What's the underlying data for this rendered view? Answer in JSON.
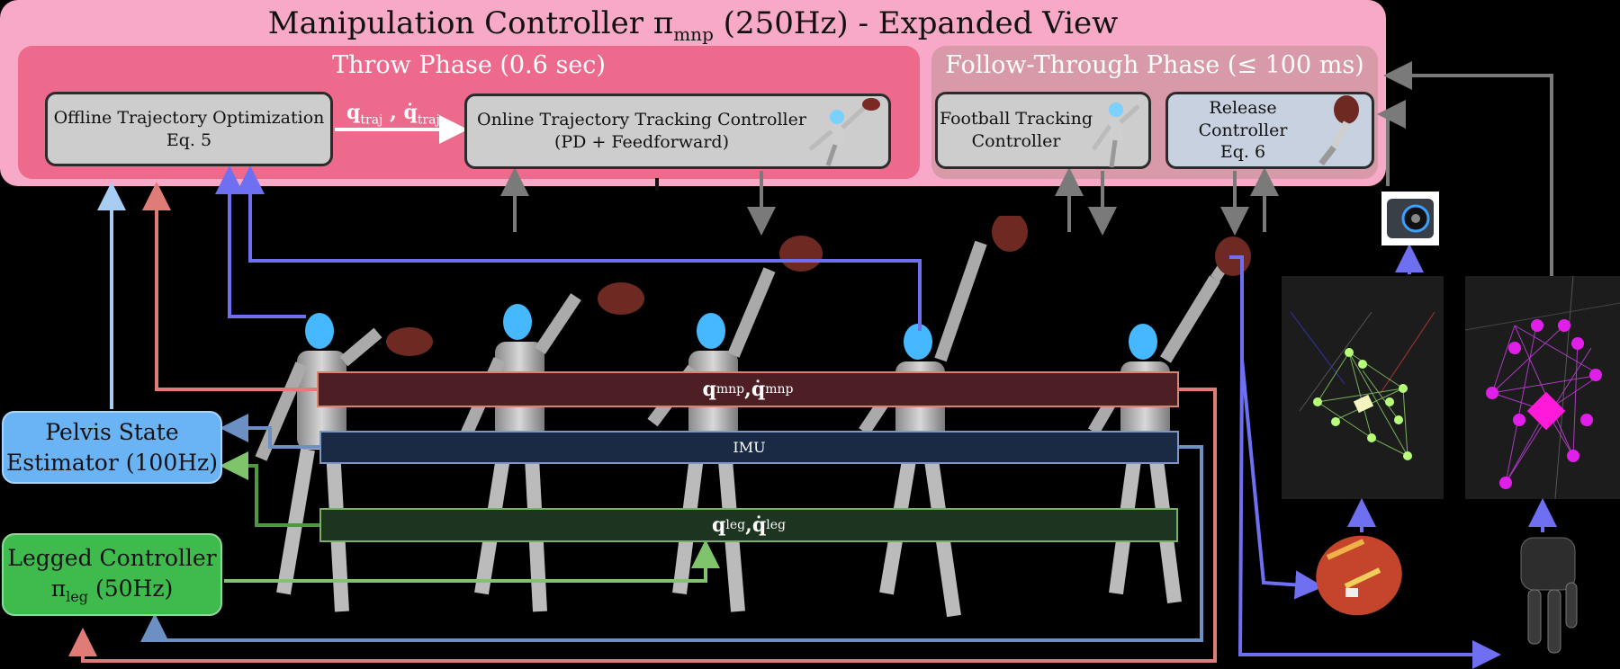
{
  "title": {
    "prefix": "Manipulation Controller ",
    "symbol": "π",
    "symbol_sub": "mnp",
    "rest": " (250Hz) - Expanded View"
  },
  "throw_phase": {
    "title": "Throw Phase (0.6 sec)",
    "offline_box": [
      "Offline Trajectory Optimization",
      "Eq. 5"
    ],
    "traj_label": "q_traj , q̇_traj",
    "online_box": [
      "Online Trajectory Tracking Controller",
      "(PD + Feedforward)"
    ]
  },
  "follow_phase": {
    "title": "Follow-Through Phase (≤ 100 ms)",
    "football_box": [
      "Football Tracking",
      "Controller"
    ],
    "release_box": [
      "Release Controller",
      "Eq. 6"
    ]
  },
  "signals": {
    "mnp": {
      "q": "q",
      "sub": "mnp",
      "sep": " , "
    },
    "imu": "IMU",
    "leg": {
      "q": "q",
      "sub": "leg",
      "sep": " , "
    }
  },
  "pelvis": [
    "Pelvis State",
    "Estimator (100Hz)"
  ],
  "legged": {
    "line1": "Legged Controller",
    "symbol": "π",
    "sub": "leg",
    "rest": " (50Hz)"
  },
  "colors": {
    "mnp": "#e07c78",
    "imu": "#6c8fc4",
    "leg": "#7fc46a",
    "pelvis_in": "#a8cdf2",
    "tracking": "#6f6ff2",
    "gray": "#7a7a7a"
  }
}
